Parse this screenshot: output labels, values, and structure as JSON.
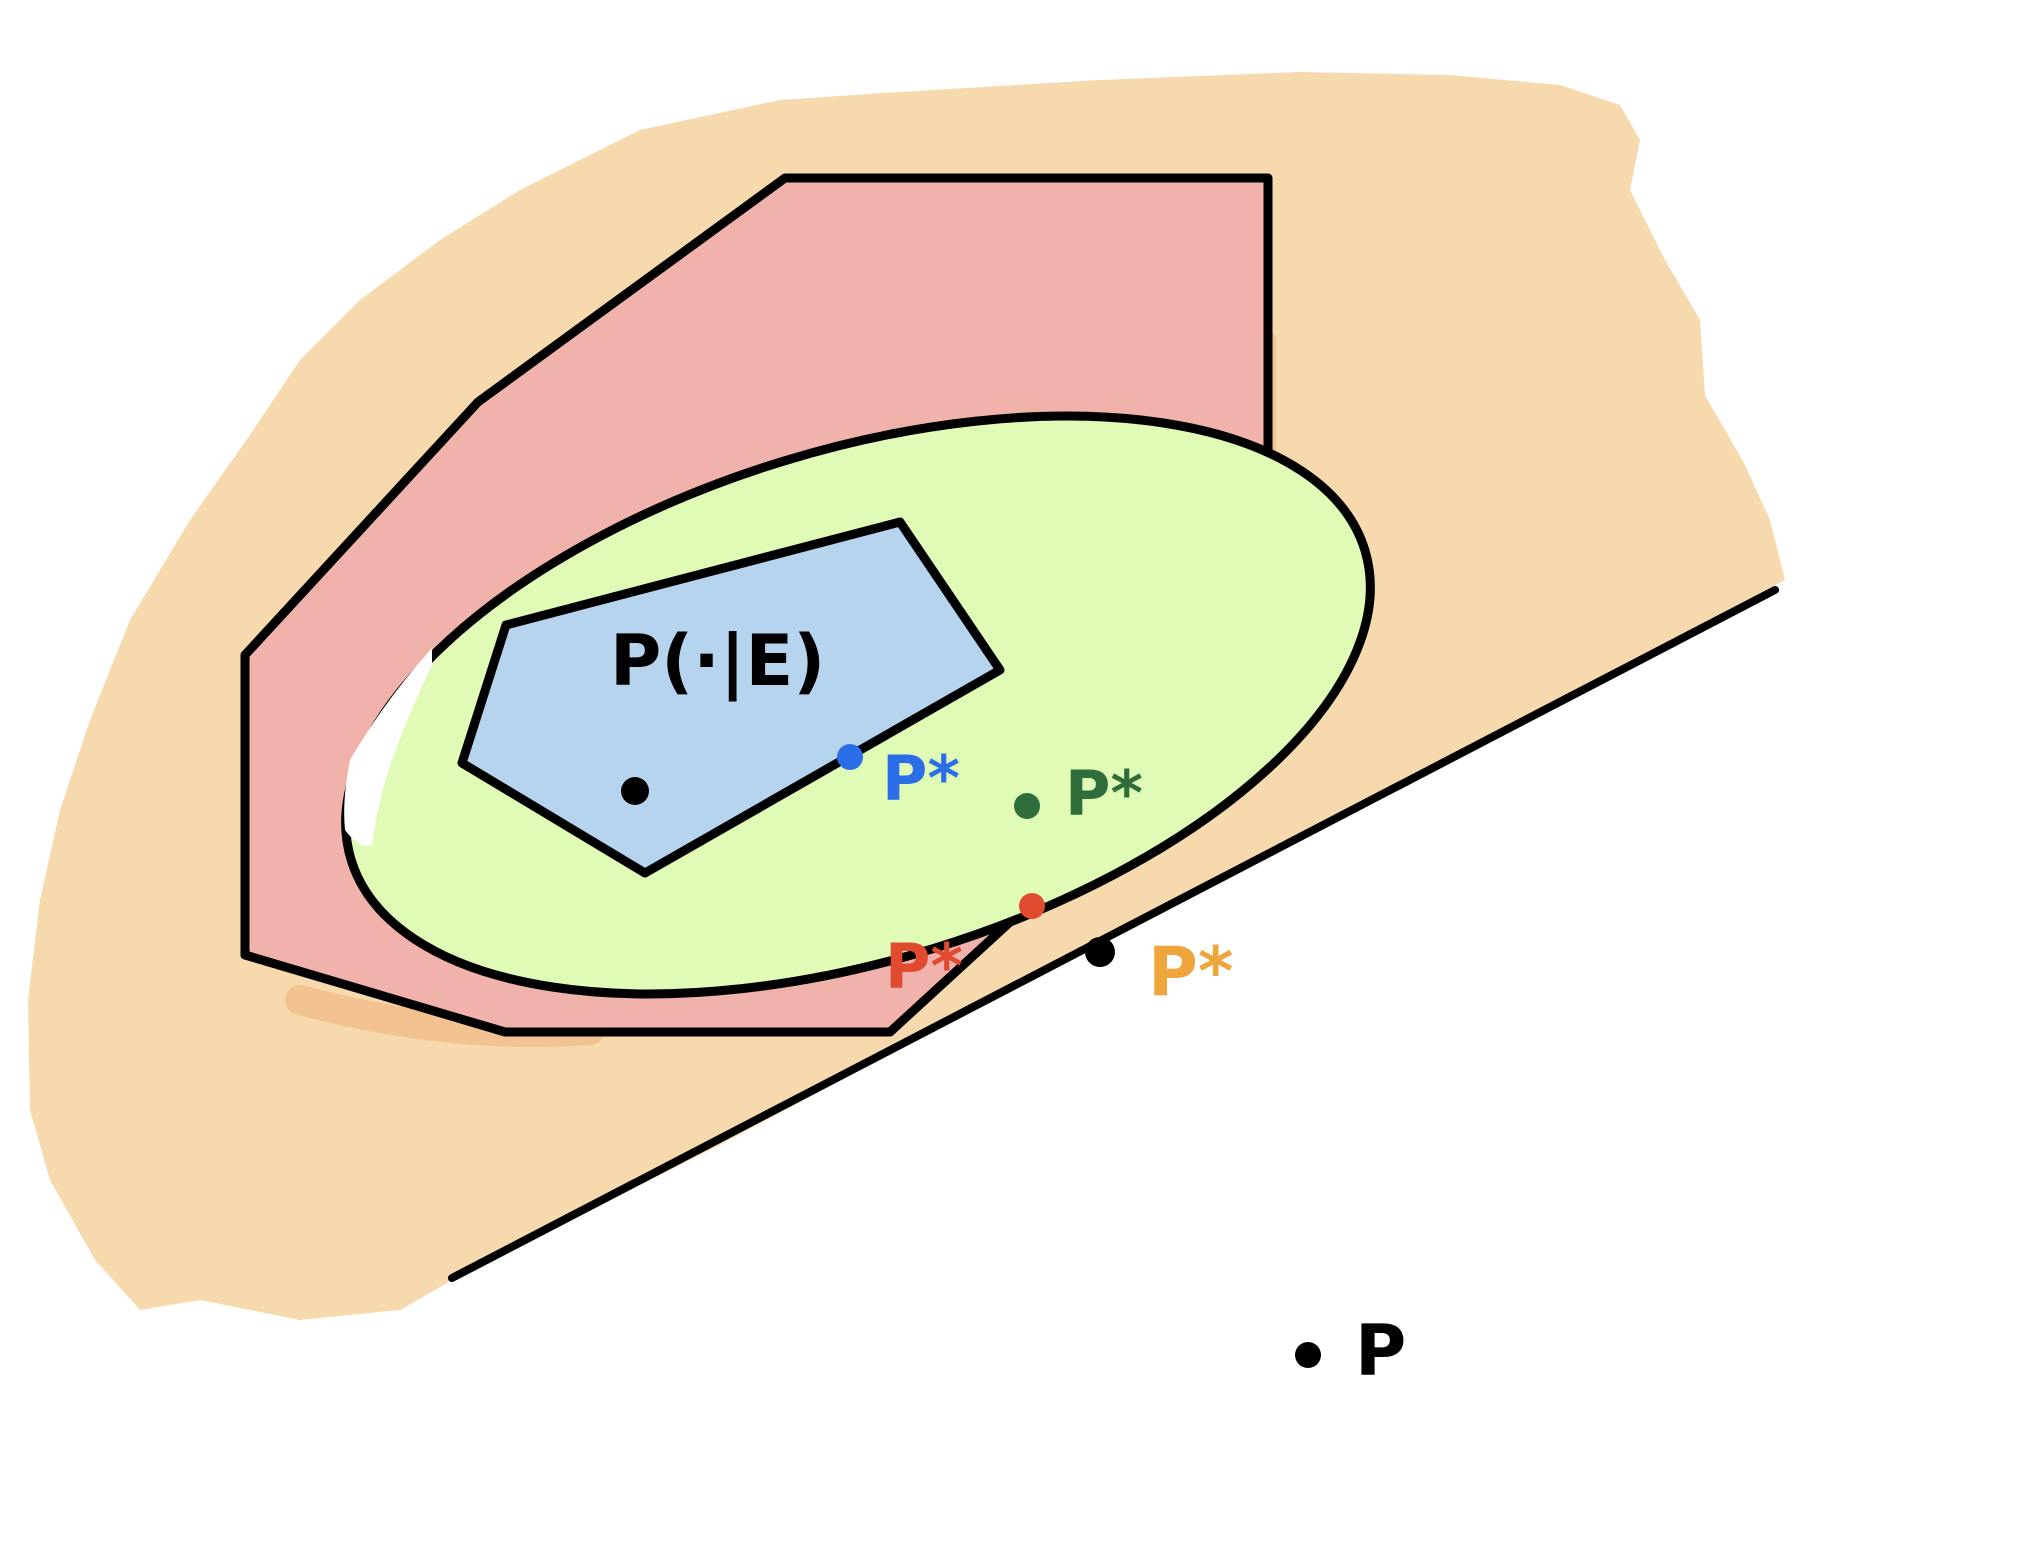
{
  "colors": {
    "background": "#ffffff",
    "outer_region": "#f6d9ad",
    "outer_region_edge": "#efb07a",
    "polytope": "#f0b2ab",
    "ellipse": "#e0fbb6",
    "inner_polytope": "#b6d4ee",
    "outline": "#000000",
    "blue": "#2b6ee8",
    "green": "#2f6e3a",
    "red": "#e04a2f",
    "orange": "#eea53b"
  },
  "labels": {
    "conditional": "P(·|E)",
    "blue_point": "P*",
    "green_point": "P*",
    "red_point": "P*",
    "orange_point": "P*",
    "query_point": "P"
  }
}
